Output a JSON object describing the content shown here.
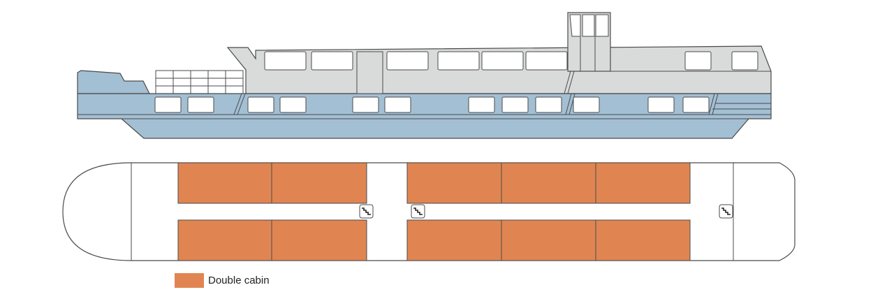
{
  "colors": {
    "hull": "#a3bfd4",
    "superstructure": "#d9dbdb",
    "outline": "#4a4a4a",
    "cabin_double": "#e08552",
    "deck_floor": "#ffffff",
    "window": "#ffffff"
  },
  "profile_view": {
    "decks": [
      "main-deck",
      "upper-deck",
      "sun-deck"
    ]
  },
  "deck_plan": {
    "cabin_type": "double",
    "cabins_forward_port": 2,
    "cabins_forward_starboard": 2,
    "cabins_aft_port": 3,
    "cabins_aft_starboard": 3,
    "stair_icons": [
      "staircase-icon",
      "staircase-icon",
      "staircase-icon"
    ]
  },
  "legend": {
    "items": [
      {
        "label": "Double cabin",
        "color": "#e08552"
      }
    ]
  }
}
